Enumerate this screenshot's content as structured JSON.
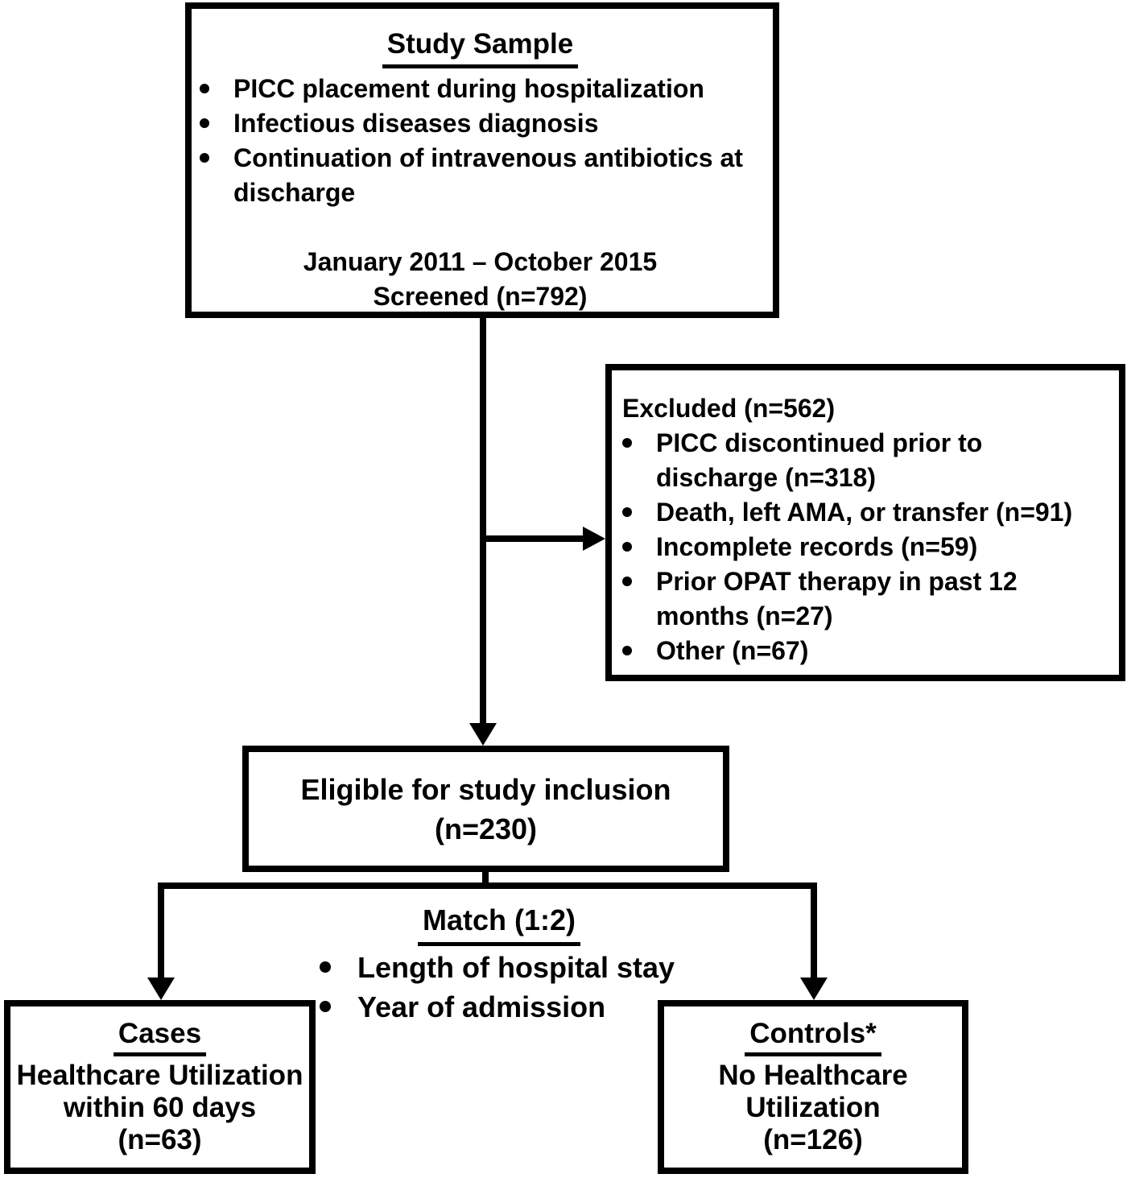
{
  "figure": {
    "background": "#ffffff",
    "line_color": "#000000",
    "text_color": "#000000"
  },
  "study_sample": {
    "title": "Study Sample",
    "bullets": [
      "PICC placement during hospitalization",
      "Infectious diseases diagnosis",
      "Continuation of intravenous antibiotics at discharge"
    ],
    "period": "January 2011 – October 2015",
    "screened": "Screened (n=792)"
  },
  "excluded": {
    "title": "Excluded (n=562)",
    "bullets": [
      "PICC discontinued prior to discharge (n=318)",
      "Death, left AMA, or transfer (n=91)",
      "Incomplete records (n=59)",
      "Prior OPAT therapy in past 12 months (n=27)",
      "Other (n=67)"
    ]
  },
  "eligible": {
    "line1": "Eligible for study inclusion",
    "line2": "(n=230)"
  },
  "match": {
    "title": "Match (1:2)",
    "bullets": [
      "Length of hospital stay",
      "Year of admission"
    ]
  },
  "cases": {
    "title": "Cases",
    "lines": [
      "Healthcare Utilization",
      "within 60 days",
      "(n=63)"
    ]
  },
  "controls": {
    "title": "Controls*",
    "lines": [
      "No Healthcare",
      "Utilization",
      "(n=126)"
    ]
  }
}
